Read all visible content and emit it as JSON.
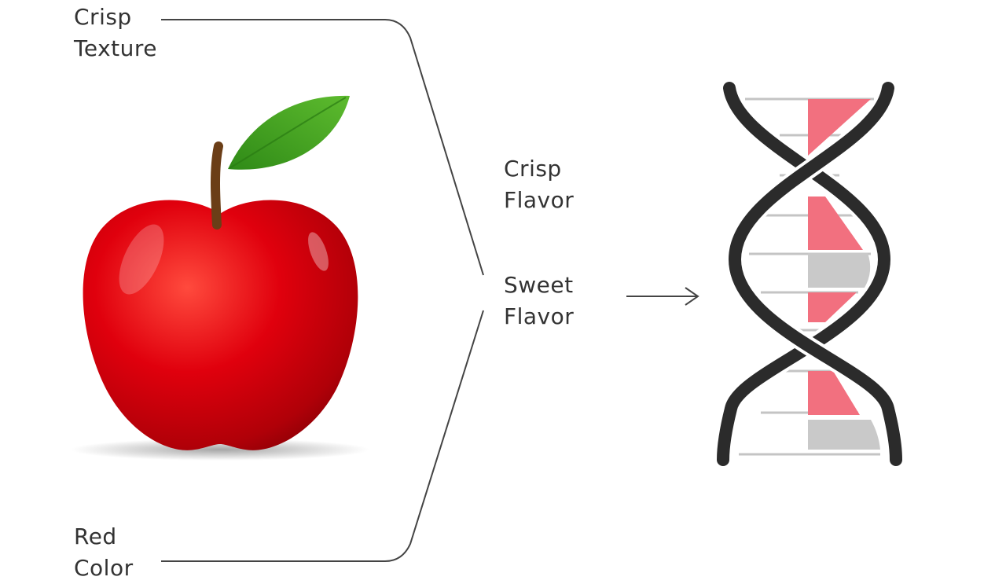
{
  "labels": {
    "crisp_texture": {
      "line1": "Crisp",
      "line2": "Texture"
    },
    "crisp_flavor": {
      "line1": "Crisp",
      "line2": "Flavor"
    },
    "sweet_flavor": {
      "line1": "Sweet",
      "line2": "Flavor"
    },
    "red_color": {
      "line1": "Red",
      "line2": "Color"
    }
  },
  "icons": [
    "apple-illustration",
    "arrow-right-icon",
    "dna-helix-icon"
  ],
  "colors": {
    "text": "#333333",
    "connector": "#444444",
    "apple_red": "#d8000c",
    "leaf_green": "#3a9a1e",
    "helix_dark": "#2b2b2b",
    "bar_pink": "#f2707f",
    "bar_gray": "#c9c9c9"
  }
}
